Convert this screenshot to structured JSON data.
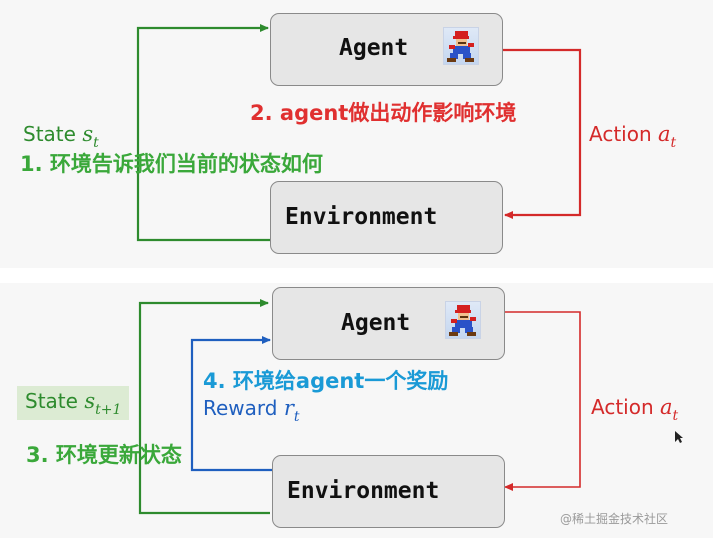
{
  "colors": {
    "green": "#2e8b2e",
    "red": "#d42a2a",
    "blue": "#1f5fbf",
    "caption_green": "#3aa83a",
    "caption_red": "#e03030",
    "caption_blue": "#1a9ad6",
    "box_fill": "#e6e6e6",
    "panel_bg": "#f7f7f7",
    "state_highlight": "#dcebd3"
  },
  "top": {
    "agent_label": "Agent",
    "environment_label": "Environment",
    "state_word": "State",
    "state_var": "s",
    "state_sub": "t",
    "action_word": "Action",
    "action_var": "a",
    "action_sub": "t",
    "caption_1": "1. 环境告诉我们当前的状态如何",
    "caption_2": "2. agent做出动作影响环境"
  },
  "bottom": {
    "agent_label": "Agent",
    "environment_label": "Environment",
    "state_word": "State",
    "state_var": "s",
    "state_sub": "t+1",
    "action_word": "Action",
    "action_var": "a",
    "action_sub": "t",
    "reward_word": "Reward",
    "reward_var": "r",
    "reward_sub": "t",
    "caption_3": "3. 环境更新状态",
    "caption_4": "4. 环境给agent一个奖励"
  },
  "icons": {
    "agent_top": "mario-icon",
    "agent_bottom": "mario-icon",
    "cursor": "mouse-cursor-icon"
  },
  "watermark": "@稀土掘金技术社区"
}
